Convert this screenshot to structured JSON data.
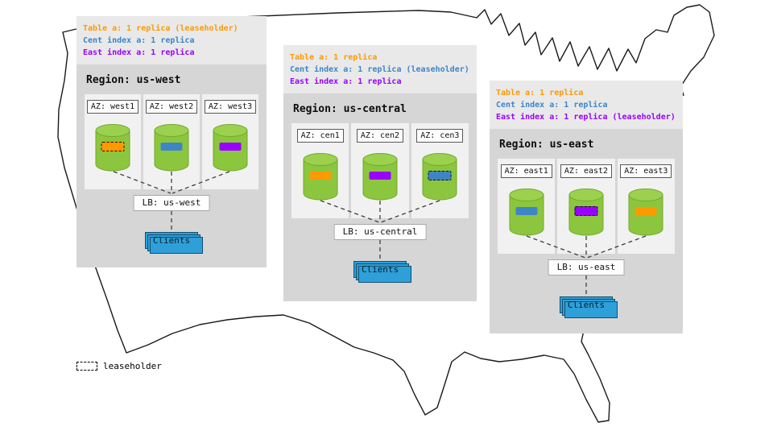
{
  "colors": {
    "orange": "#ff9900",
    "blue": "#3d85c6",
    "purple": "#9900ff",
    "db_green": "#8cc63e",
    "db_green_top": "#9bd14e",
    "db_green_stroke": "#74a82c",
    "clients_blue": "#2e9fd9",
    "clients_border": "#14506f"
  },
  "legend": {
    "label": "leaseholder"
  },
  "regions": [
    {
      "name": "us-west",
      "title": "Region: us-west",
      "header_lines": [
        {
          "text": "Table a: 1 replica (leaseholder)",
          "color": "#ff9900"
        },
        {
          "text": "Cent index a: 1 replica",
          "color": "#3d85c6"
        },
        {
          "text": "East index a: 1 replica",
          "color": "#9900ff"
        }
      ],
      "azs": [
        {
          "label": "AZ: west1",
          "chip_color": "#ff9900",
          "leaseholder": true
        },
        {
          "label": "AZ: west2",
          "chip_color": "#3d85c6",
          "leaseholder": false
        },
        {
          "label": "AZ: west3",
          "chip_color": "#9900ff",
          "leaseholder": false
        }
      ],
      "lb_label": "LB: us-west",
      "clients_label": "Clients"
    },
    {
      "name": "us-central",
      "title": "Region: us-central",
      "header_lines": [
        {
          "text": "Table a: 1 replica",
          "color": "#ff9900"
        },
        {
          "text": "Cent index a: 1 replica (leaseholder)",
          "color": "#3d85c6"
        },
        {
          "text": "East index a: 1 replica",
          "color": "#9900ff"
        }
      ],
      "azs": [
        {
          "label": "AZ: cen1",
          "chip_color": "#ff9900",
          "leaseholder": false
        },
        {
          "label": "AZ: cen2",
          "chip_color": "#9900ff",
          "leaseholder": false
        },
        {
          "label": "AZ: cen3",
          "chip_color": "#3d85c6",
          "leaseholder": true
        }
      ],
      "lb_label": "LB: us-central",
      "clients_label": "Clients"
    },
    {
      "name": "us-east",
      "title": "Region: us-east",
      "header_lines": [
        {
          "text": "Table a: 1 replica",
          "color": "#ff9900"
        },
        {
          "text": "Cent index a: 1 replica",
          "color": "#3d85c6"
        },
        {
          "text": "East index a: 1 replica (leaseholder)",
          "color": "#9900ff"
        }
      ],
      "azs": [
        {
          "label": "AZ: east1",
          "chip_color": "#3d85c6",
          "leaseholder": false
        },
        {
          "label": "AZ: east2",
          "chip_color": "#9900ff",
          "leaseholder": true
        },
        {
          "label": "AZ: east3",
          "chip_color": "#ff9900",
          "leaseholder": false
        }
      ],
      "lb_label": "LB: us-east",
      "clients_label": "Clients"
    }
  ]
}
